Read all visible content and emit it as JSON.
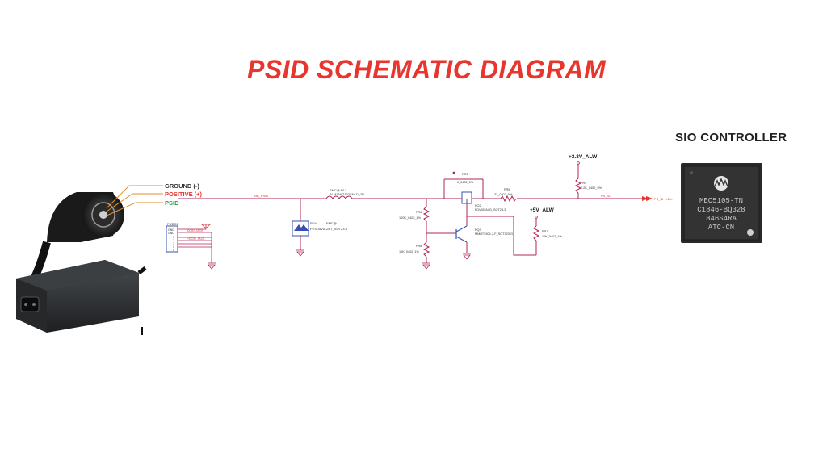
{
  "title": "PSID SCHEMATIC DIAGRAM",
  "sio_label": "SIO CONTROLLER",
  "connector_legend": {
    "ground": "GROUND (-)",
    "positive": "POSITIVE (+)",
    "psid": "PSID"
  },
  "colors": {
    "title": "#e8352e",
    "wire": "#b0245a",
    "ground_text": "#333333",
    "positive_text": "#e8352e",
    "psid_text": "#2aa43c",
    "chip": "#2a2a2a"
  },
  "connector": {
    "ref": "PJ/DC1",
    "pins": [
      "GND",
      "GND",
      "1",
      "2",
      "3",
      "4",
      "5"
    ],
    "nets": [
      "DCIN_JACK",
      "+DCIN_JACK"
    ]
  },
  "nets": {
    "ps_id_in": "NB_PSID",
    "ps_id_out": "PS_ID",
    "ps_id_arrow": "<1h>"
  },
  "rails": {
    "v33": "+3.3V_ALW",
    "v5": "+5V_ALW"
  },
  "components": {
    "l1_ref": "EMC@ PL3",
    "l1_part": "BLM15AG102SN1D_2P",
    "d1_ref": "PD4",
    "d1_emc": "EMC@",
    "d1_part": "PESD5V0L2BT_SOT23-3",
    "r_top_ref": "PR2",
    "r_top_val": "0_0402_5%",
    "r_series_ref": "PR5",
    "r_series_val": "33_0402_5%",
    "r_pullup_ref": "PR4",
    "r_pullup_val": "2.2K_0402_5%",
    "r_div1_ref": "PR6",
    "r_div1_val": "100K_0402_1%",
    "r_div2_ref": "PR8",
    "r_div2_val": "10K_0402_1%",
    "q1_ref": "PQ2",
    "q1_part": "FDV301N-G_SOT23-3",
    "q2_ref": "PQ3",
    "q2_part": "MMBT3904-7-F_SOT323-G",
    "r_5v_ref": "PR7",
    "r_5v_val": "10K_0402_1%"
  },
  "chip": {
    "line1": "MEC5105-TN",
    "line2": "C1846-BQ328",
    "line3": "846S4RA",
    "line4": "ATC-CN"
  }
}
